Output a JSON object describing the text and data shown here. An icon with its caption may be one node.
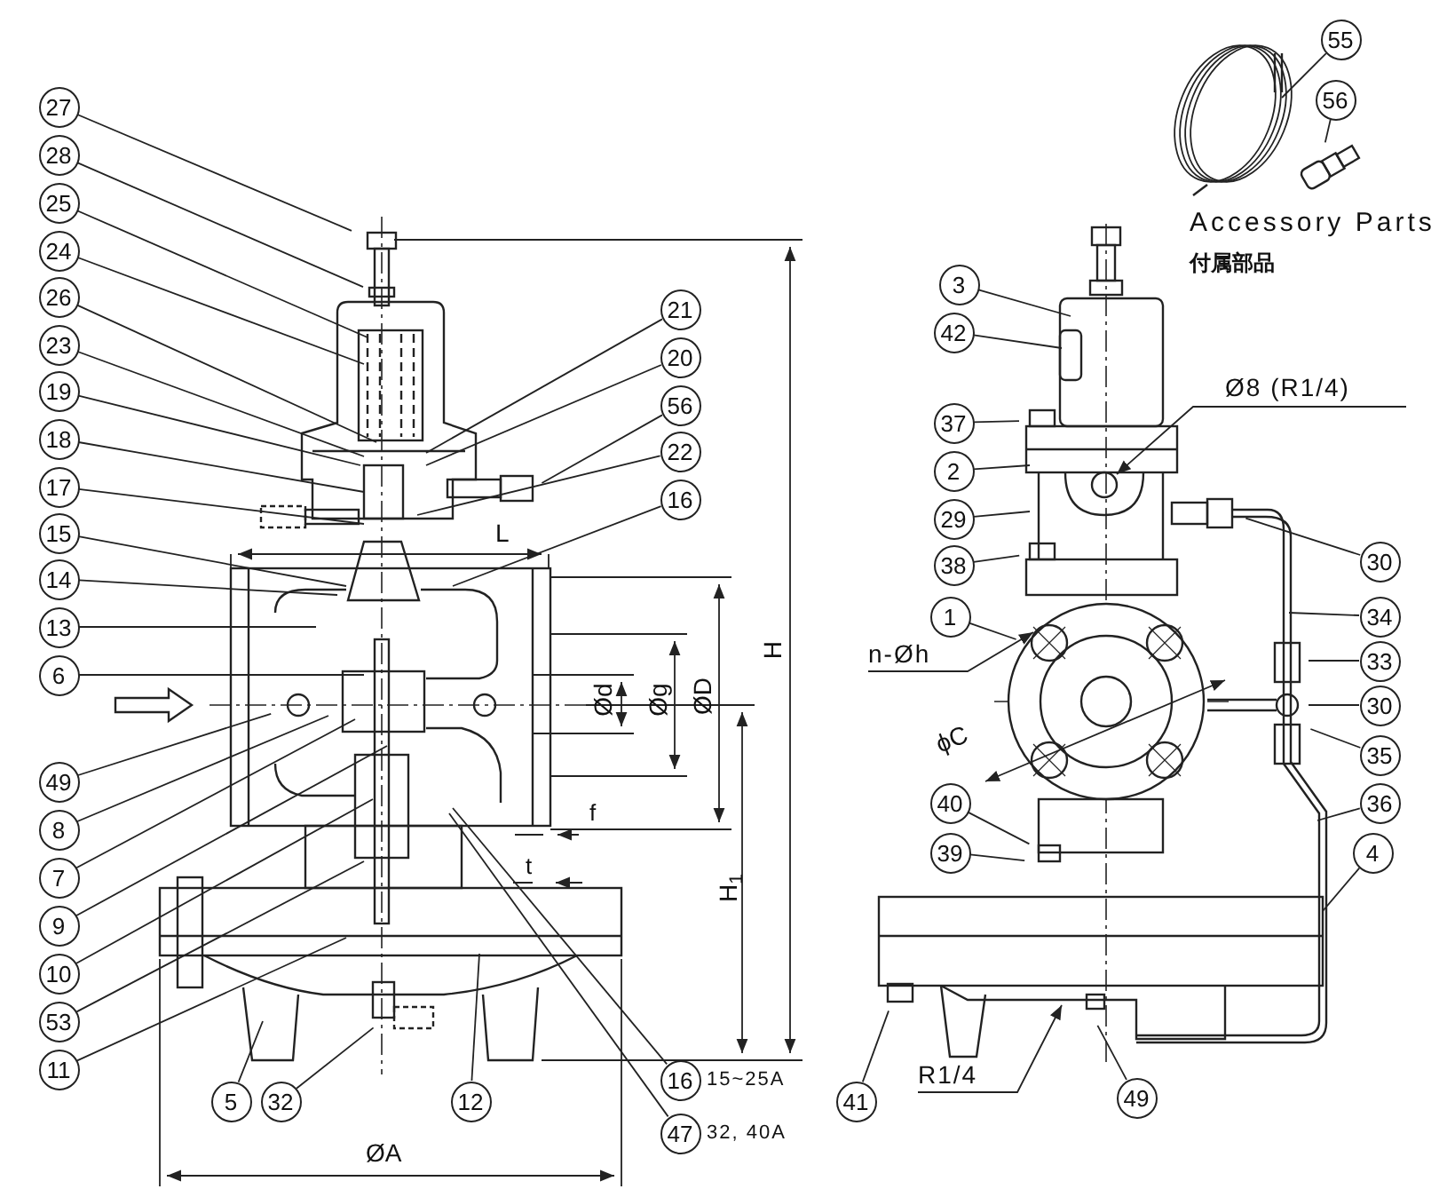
{
  "diagram": {
    "nodes": [
      {
        "text": [
          "27"
        ]
      },
      {
        "text": [
          "28"
        ]
      },
      {
        "text": [
          "25"
        ]
      },
      {
        "text": [
          "24"
        ]
      },
      {
        "text": [
          "26"
        ]
      },
      {
        "text": [
          "23"
        ]
      },
      {
        "text": [
          "19"
        ]
      },
      {
        "text": [
          "18"
        ]
      },
      {
        "text": [
          "17"
        ]
      },
      {
        "text": [
          "15"
        ]
      },
      {
        "text": [
          "14"
        ]
      },
      {
        "text": [
          "13"
        ]
      },
      {
        "text": [
          "6"
        ]
      },
      {
        "text": [
          "49"
        ]
      },
      {
        "text": [
          "8"
        ]
      },
      {
        "text": [
          "7"
        ]
      },
      {
        "text": [
          "9"
        ]
      },
      {
        "text": [
          "10"
        ]
      },
      {
        "text": [
          "53"
        ]
      },
      {
        "text": [
          "11"
        ]
      },
      {
        "text": [
          "21"
        ]
      },
      {
        "text": [
          "20"
        ]
      },
      {
        "text": [
          "56"
        ]
      },
      {
        "text": [
          "22"
        ]
      },
      {
        "text": [
          "16"
        ]
      },
      {
        "text": [
          "5"
        ]
      },
      {
        "text": [
          "32"
        ]
      },
      {
        "text": [
          "12"
        ]
      },
      {
        "text": [
          "16"
        ],
        "beside": [
          "15~25A"
        ]
      },
      {
        "text": [
          "47"
        ],
        "beside": [
          "32, 40A"
        ]
      },
      {
        "text": [
          "55"
        ]
      },
      {
        "text": [
          "56"
        ]
      },
      {
        "text": [
          "3"
        ]
      },
      {
        "text": [
          "42"
        ]
      },
      {
        "text": [
          "37"
        ]
      },
      {
        "text": [
          "2"
        ]
      },
      {
        "text": [
          "29"
        ]
      },
      {
        "text": [
          "38"
        ]
      },
      {
        "text": [
          "1"
        ]
      },
      {
        "text": [
          "40"
        ]
      },
      {
        "text": [
          "39"
        ]
      },
      {
        "text": [
          "41"
        ]
      },
      {
        "text": [
          "49"
        ]
      },
      {
        "text": [
          "30"
        ]
      },
      {
        "text": [
          "34"
        ]
      },
      {
        "text": [
          "33"
        ]
      },
      {
        "text": [
          "30"
        ]
      },
      {
        "text": [
          "35"
        ]
      },
      {
        "text": [
          "36"
        ]
      },
      {
        "text": [
          "4"
        ]
      },
      {
        "text": [
          "Ø8 (R1/4)"
        ]
      },
      {
        "text": [
          "n-Øh"
        ]
      },
      {
        "text": [
          "R1/4"
        ]
      }
    ],
    "edges": [
      {
        "from": 0,
        "to": null,
        "arrow": "none"
      },
      {
        "from": 1,
        "to": null,
        "arrow": "none"
      },
      {
        "from": 2,
        "to": null,
        "arrow": "none"
      },
      {
        "from": 3,
        "to": null,
        "arrow": "none"
      },
      {
        "from": 4,
        "to": null,
        "arrow": "none"
      },
      {
        "from": 5,
        "to": null,
        "arrow": "none"
      },
      {
        "from": 6,
        "to": null,
        "arrow": "none"
      },
      {
        "from": 7,
        "to": null,
        "arrow": "none"
      },
      {
        "from": 8,
        "to": null,
        "arrow": "none"
      },
      {
        "from": 9,
        "to": null,
        "arrow": "none"
      },
      {
        "from": 10,
        "to": null,
        "arrow": "none"
      },
      {
        "from": 11,
        "to": null,
        "arrow": "none"
      },
      {
        "from": 12,
        "to": null,
        "arrow": "none"
      },
      {
        "from": 13,
        "to": null,
        "arrow": "none"
      },
      {
        "from": 14,
        "to": null,
        "arrow": "none"
      },
      {
        "from": 15,
        "to": null,
        "arrow": "none"
      },
      {
        "from": 16,
        "to": null,
        "arrow": "none"
      },
      {
        "from": 17,
        "to": null,
        "arrow": "none"
      },
      {
        "from": 18,
        "to": null,
        "arrow": "none"
      },
      {
        "from": 19,
        "to": null,
        "arrow": "none"
      },
      {
        "from": 20,
        "to": null,
        "arrow": "none"
      },
      {
        "from": 21,
        "to": null,
        "arrow": "none"
      },
      {
        "from": 22,
        "to": null,
        "arrow": "none"
      },
      {
        "from": 23,
        "to": null,
        "arrow": "none"
      },
      {
        "from": 24,
        "to": null,
        "arrow": "none"
      },
      {
        "from": 25,
        "to": null,
        "arrow": "none"
      },
      {
        "from": 26,
        "to": null,
        "arrow": "none"
      },
      {
        "from": 27,
        "to": null,
        "arrow": "none"
      },
      {
        "from": 28,
        "to": null,
        "arrow": "none"
      },
      {
        "from": 29,
        "to": null,
        "arrow": "none"
      },
      {
        "from": 30,
        "to": null,
        "arrow": "none"
      },
      {
        "from": 31,
        "to": null,
        "arrow": "none"
      },
      {
        "from": 32,
        "to": null,
        "arrow": "none"
      },
      {
        "from": 33,
        "to": null,
        "arrow": "none"
      },
      {
        "from": 34,
        "to": null,
        "arrow": "none"
      },
      {
        "from": 35,
        "to": null,
        "arrow": "none"
      },
      {
        "from": 36,
        "to": null,
        "arrow": "none"
      },
      {
        "from": 37,
        "to": null,
        "arrow": "none"
      },
      {
        "from": 38,
        "to": null,
        "arrow": "none"
      },
      {
        "from": 39,
        "to": null,
        "arrow": "none"
      },
      {
        "from": 40,
        "to": null,
        "arrow": "none"
      },
      {
        "from": 41,
        "to": null,
        "arrow": "none"
      },
      {
        "from": 42,
        "to": null,
        "arrow": "none"
      },
      {
        "from": 43,
        "to": null,
        "arrow": "none"
      },
      {
        "from": 44,
        "to": null,
        "arrow": "none"
      },
      {
        "from": 45,
        "to": null,
        "arrow": "none"
      },
      {
        "from": 46,
        "to": null,
        "arrow": "none"
      },
      {
        "from": 47,
        "to": null,
        "arrow": "none"
      },
      {
        "from": 48,
        "to": null,
        "arrow": "none"
      },
      {
        "from": 49,
        "to": null,
        "arrow": "none"
      },
      {
        "from": 50,
        "to": null,
        "arrow": "to"
      },
      {
        "from": 51,
        "to": null,
        "arrow": "to"
      },
      {
        "from": 52,
        "to": null,
        "arrow": "to"
      }
    ],
    "labels": [
      "Accessory Parts",
      "付属部品",
      "L",
      "H",
      "Ød",
      "Øg",
      "ØD",
      "H$_{1}$",
      "f",
      "t",
      "ØA",
      "ϕC"
    ]
  }
}
